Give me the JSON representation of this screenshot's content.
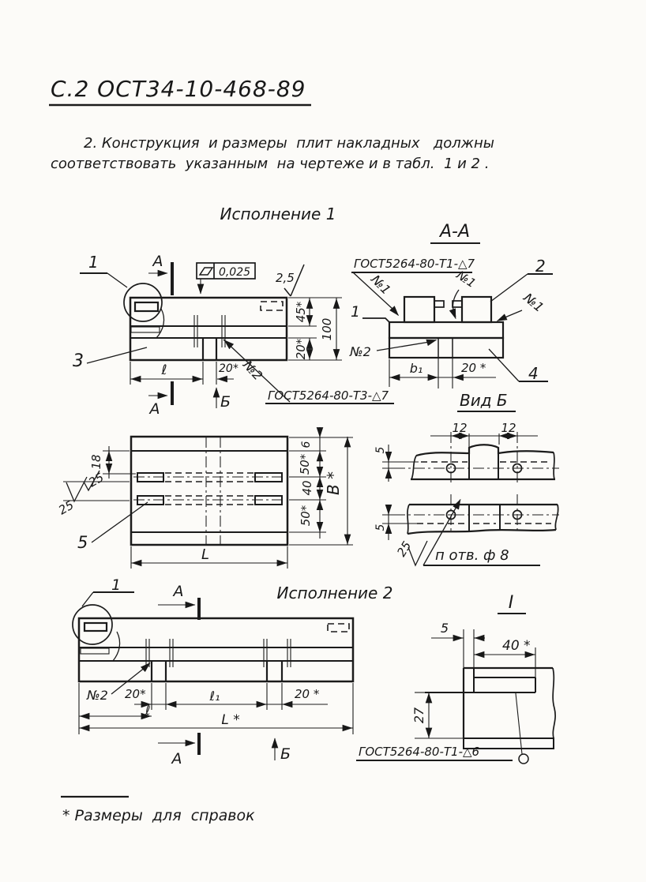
{
  "doc": {
    "page_header": "С.2 ОСТ34-10-468-89",
    "note_line1": "2. Конструкция  и размеры  плит накладных   должны",
    "note_line2": "соответствовать  указанным  на чертеже и в табл.  1 и 2 .",
    "footnote": "* Размеры  для  справок"
  },
  "view1": {
    "title": "Исполнение 1",
    "pos1": "1",
    "pos3": "3",
    "cut_top": "А",
    "cut_bottom": "А",
    "view_label": "Б",
    "flatness": "0,025",
    "roughness": "2,5",
    "dim_45": "45*",
    "dim_100": "100",
    "dim_20_side": "20*",
    "dim_l": "ℓ",
    "dim_20_bottom": "20*",
    "weld_no2": "№2",
    "weld_note": "ГОСТ5264-80-Т3-△7"
  },
  "sectionAA": {
    "title": "А-А",
    "weld_note": "ГОСТ5264-80-Т1-△7",
    "no1_left": "№1",
    "no1_mid": "№1",
    "no1_right": "№1",
    "no2": "№2",
    "pos1": "1",
    "pos2": "2",
    "pos4": "4",
    "dim_b1": "b₁",
    "dim_20": "20 *"
  },
  "plan": {
    "pos5": "5",
    "dim_18": "18",
    "rough_top": "25",
    "rough_bottom": "25",
    "dim_6": "6",
    "dim_50_top": "50*",
    "dim_40": "40",
    "dim_50_bottom": "50*",
    "dim_B": "B *",
    "dim_L": "L"
  },
  "viewB": {
    "title": "Вид Б",
    "dim_12_left": "12",
    "dim_12_right": "12",
    "dim_5_top": "5",
    "dim_5_bottom": "5",
    "rough_25": "25",
    "holes_note": "п отв. ф 8"
  },
  "view2": {
    "title": "Исполнение 2",
    "pos1": "1",
    "cut_top": "А",
    "cut_bottom": "А",
    "view_label": "Б",
    "weld_no2": "№2",
    "dim_20_left": "20*",
    "dim_l": "ℓ",
    "dim_l1": "ℓ₁",
    "dim_20_right": "20 *",
    "dim_L": "L *"
  },
  "detailI": {
    "title": "I",
    "dim_5": "5",
    "dim_40": "40 *",
    "dim_27": "27",
    "weld_note": "ГОСТ5264-80-Т1-△6"
  }
}
